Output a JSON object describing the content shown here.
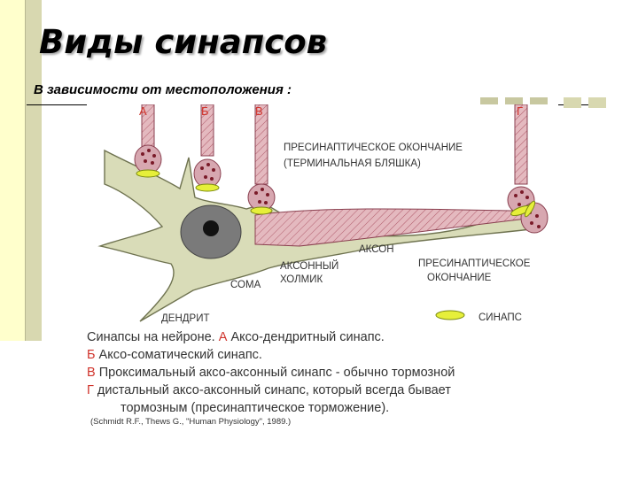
{
  "title": "Виды синапсов",
  "subtitle": "В зависимости от местоположения :",
  "figure": {
    "labels": {
      "a": "А",
      "b": "Б",
      "v": "В",
      "g": "Г",
      "terminal_line1": "ПРЕСИНАПТИЧЕСКОЕ ОКОНЧАНИЕ",
      "terminal_line2": "(ТЕРМИНАЛЬНАЯ БЛЯШКА)",
      "axon": "АКСОН",
      "axon_hillock_line1": "АКСОННЫЙ",
      "axon_hillock_line2": "ХОЛМИК",
      "presyn_line1": "ПРЕСИНАПТИЧЕСКОЕ",
      "presyn_line2": "ОКОНЧАНИЕ",
      "soma": "СОМА",
      "dendrite": "ДЕНДРИТ",
      "synapse": "СИНАПС"
    },
    "caption": {
      "line1_text": "Синапсы на нейроне.",
      "line1_letter": "А",
      "line1_rest": "Аксо-дендритный синапс.",
      "line2_letter": "Б",
      "line2_rest": "Аксо-соматический синапс.",
      "line3_letter": "В",
      "line3_rest": "Проксимальный аксо-аксонный синапс - обычно тормозной",
      "line4_letter": "Г",
      "line4_rest": "дистальный аксо-аксонный синапс, который всегда бывает",
      "line5": "тормозным   (пресинаптическое торможение)."
    },
    "citation": "(Schmidt R.F., Thews G., \"Human Physiology\", 1989.)"
  },
  "colors": {
    "red_label": "#d0342c",
    "soma_fill": "#d9dcb8",
    "terminal_fill": "#d7a7b0",
    "synapse_yellow": "#e6ef3a"
  }
}
